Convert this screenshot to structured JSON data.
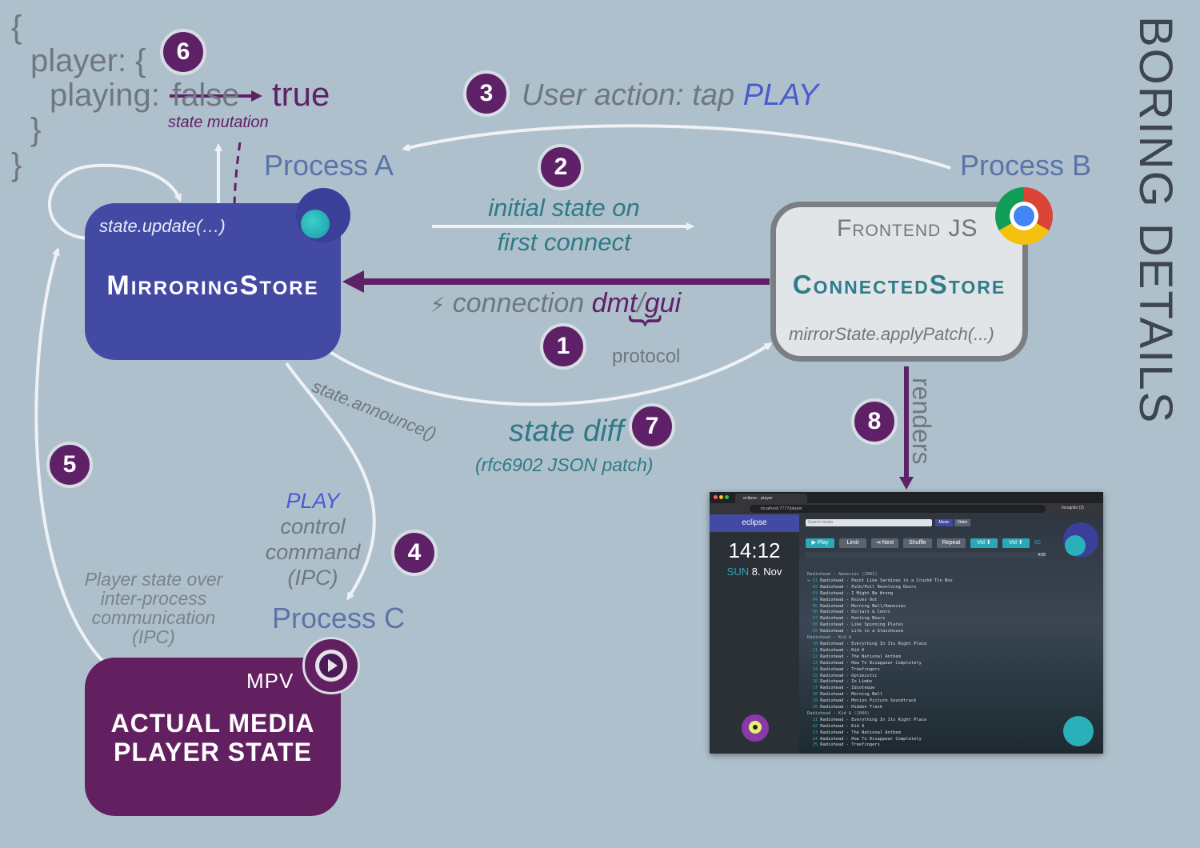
{
  "code": {
    "line1": "{",
    "line2": "player: {",
    "line3_key": "playing:",
    "line3_old": "false",
    "line3_new": "true",
    "line4": "}",
    "line5": "}",
    "mutation_label": "state mutation"
  },
  "badges": [
    "1",
    "2",
    "3",
    "4",
    "5",
    "6",
    "7",
    "8"
  ],
  "user_action": {
    "prefix": "User action: tap ",
    "action": "PLAY"
  },
  "processes": {
    "a": "Process A",
    "b": "Process B",
    "c": "Process C"
  },
  "initial_state": {
    "line1": "initial state on",
    "line2": "first connect"
  },
  "connection": {
    "bolt": "⚡",
    "prefix": "connection ",
    "proto1": "dmt",
    "slash": "/",
    "proto2": "gui",
    "brace": "}",
    "protocol_label": "protocol"
  },
  "mirroring_store": {
    "call": "state.update(…)",
    "title": "MirroringStore"
  },
  "connected_store": {
    "subtitle": "Frontend JS",
    "title": "ConnectedStore",
    "call": "mirrorState.applyPatch(...)"
  },
  "announce": "state.announce()",
  "state_diff": {
    "title": "state diff",
    "subtitle": "(rfc6902 JSON patch)"
  },
  "renders": "renders",
  "side_title": "BORING DETAILS",
  "control_command": {
    "play": "PLAY",
    "line2": "control",
    "line3": "command",
    "line4": "(IPC)"
  },
  "ipc_note": {
    "line1": "Player state over",
    "line2": "inter-process",
    "line3": "communication",
    "line4": "(IPC)"
  },
  "mpv": {
    "label": "MPV",
    "line1": "ACTUAL MEDIA",
    "line2": "PLAYER STATE"
  },
  "colors": {
    "background": "#aec0cc",
    "purple": "#5e2167",
    "store_blue": "#434aa4",
    "teal": "#2f7a84",
    "process_blue": "#5b74a8",
    "user_action_blue": "#4a5bd0"
  },
  "screenshot": {
    "tab_title": "eclipse · player",
    "url": "localhost:7777/player",
    "incognito": "Incognito (2)",
    "brand": "eclipse",
    "time": "14:12",
    "day": "SUN",
    "date": "8. Nov",
    "search_placeholder": "Search media",
    "tab_music": "Music",
    "tab_video": "Video",
    "buttons": [
      "▶ Play",
      "Limit",
      "⇥ Next",
      "Shuffle",
      "Repeat",
      "Vol ⬇",
      "Vol ⬆"
    ],
    "volume": "60",
    "duration": "4:00",
    "tracks": [
      {
        "type": "album",
        "text": "Radiohead - Amnesiac (2001)"
      },
      {
        "type": "track",
        "num": "01",
        "text": "Radiohead - Packt Like Sardines in a Crushd Tin Box",
        "playing": true
      },
      {
        "type": "track",
        "num": "02",
        "text": "Radiohead - Pulk/Pull Revolving Doors"
      },
      {
        "type": "track",
        "num": "03",
        "text": "Radiohead - I Might Be Wrong"
      },
      {
        "type": "track",
        "num": "04",
        "text": "Radiohead - Knives Out"
      },
      {
        "type": "track",
        "num": "05",
        "text": "Radiohead - Morning Bell/Amnesiac"
      },
      {
        "type": "track",
        "num": "06",
        "text": "Radiohead - Dollars & Cents"
      },
      {
        "type": "track",
        "num": "07",
        "text": "Radiohead - Hunting Bears"
      },
      {
        "type": "track",
        "num": "08",
        "text": "Radiohead - Like Spinning Plates"
      },
      {
        "type": "track",
        "num": "09",
        "text": "Radiohead - Life in a Glasshouse"
      },
      {
        "type": "album",
        "text": "Radiohead - Kid A"
      },
      {
        "type": "track",
        "num": "10",
        "text": "Radiohead - Everything In Its Right Place"
      },
      {
        "type": "track",
        "num": "11",
        "text": "Radiohead - Kid A"
      },
      {
        "type": "track",
        "num": "12",
        "text": "Radiohead - The National Anthem"
      },
      {
        "type": "track",
        "num": "13",
        "text": "Radiohead - How To Disappear Completely"
      },
      {
        "type": "track",
        "num": "14",
        "text": "Radiohead - Treefingers"
      },
      {
        "type": "track",
        "num": "15",
        "text": "Radiohead - Optimistic"
      },
      {
        "type": "track",
        "num": "16",
        "text": "Radiohead - In Limbo"
      },
      {
        "type": "track",
        "num": "17",
        "text": "Radiohead - Idioteque"
      },
      {
        "type": "track",
        "num": "18",
        "text": "Radiohead - Morning Bell"
      },
      {
        "type": "track",
        "num": "19",
        "text": "Radiohead - Motion Picture Soundtrack"
      },
      {
        "type": "track",
        "num": "20",
        "text": "Radiohead - Hidden Track"
      },
      {
        "type": "album",
        "text": "Radiohead - Kid A (2000)"
      },
      {
        "type": "track",
        "num": "21",
        "text": "Radiohead - Everything In Its Right Place"
      },
      {
        "type": "track",
        "num": "22",
        "text": "Radiohead - Kid A"
      },
      {
        "type": "track",
        "num": "23",
        "text": "Radiohead - The National Anthem"
      },
      {
        "type": "track",
        "num": "24",
        "text": "Radiohead - How To Disappear Completely"
      },
      {
        "type": "track",
        "num": "25",
        "text": "Radiohead - Treefingers"
      }
    ]
  }
}
